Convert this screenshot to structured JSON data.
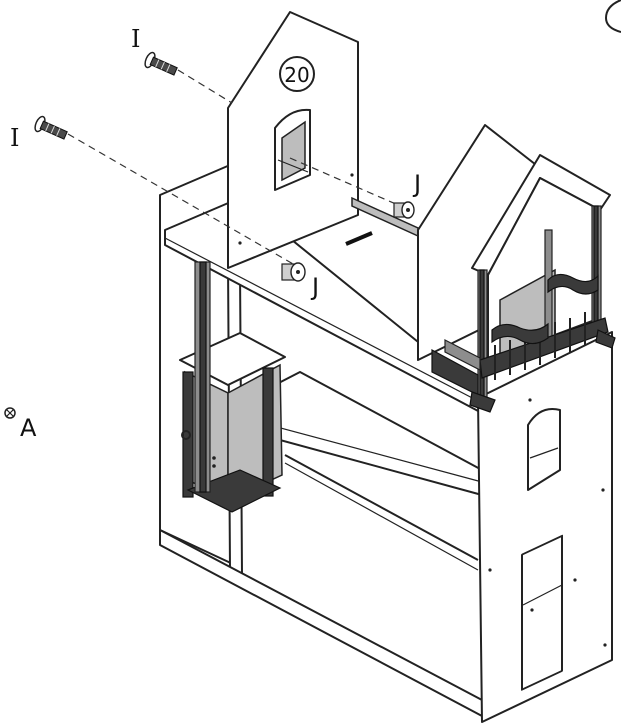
{
  "labels": {
    "step_number": "20",
    "screw_label_top": "I",
    "screw_label_left": "I",
    "dowel_label_upper": "J",
    "dowel_label_lower": "J",
    "part_label_a": "A"
  },
  "colors": {
    "line": "#222222",
    "shade": "#bdbdbd",
    "dark": "#3a3a3a",
    "background": "#ffffff"
  },
  "icons": {
    "screw": "screw-icon",
    "dowel": "dowel-icon",
    "part_a": "cam-lock-icon"
  }
}
